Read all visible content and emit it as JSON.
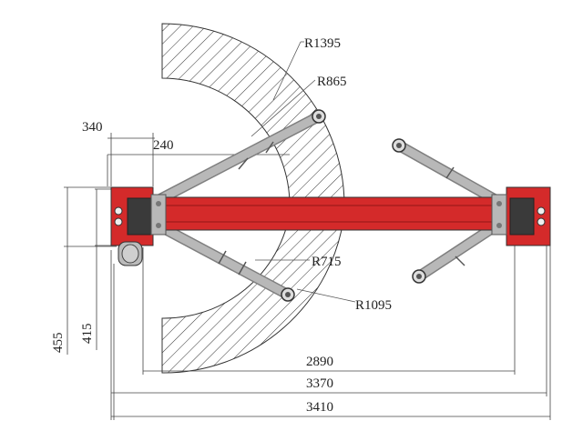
{
  "title": "",
  "colors": {
    "frame_red": "#d42a2a",
    "frame_red_dark": "#a81c1c",
    "arm_grey": "#b8b8b8",
    "arm_grey_dark": "#7f7f7f",
    "hatch": "#333333",
    "dim": "#444444"
  },
  "radius_labels": {
    "outer_top": "R1395",
    "inner_top": "R865",
    "inner_bottom": "R715",
    "outer_bottom": "R1095"
  },
  "dimensions": {
    "left_top_340": "340",
    "left_top_240": "240",
    "left_vertical_455": "455",
    "left_vertical_415": "415",
    "span_2890": "2890",
    "span_3370": "3370",
    "span_3410": "3410"
  }
}
